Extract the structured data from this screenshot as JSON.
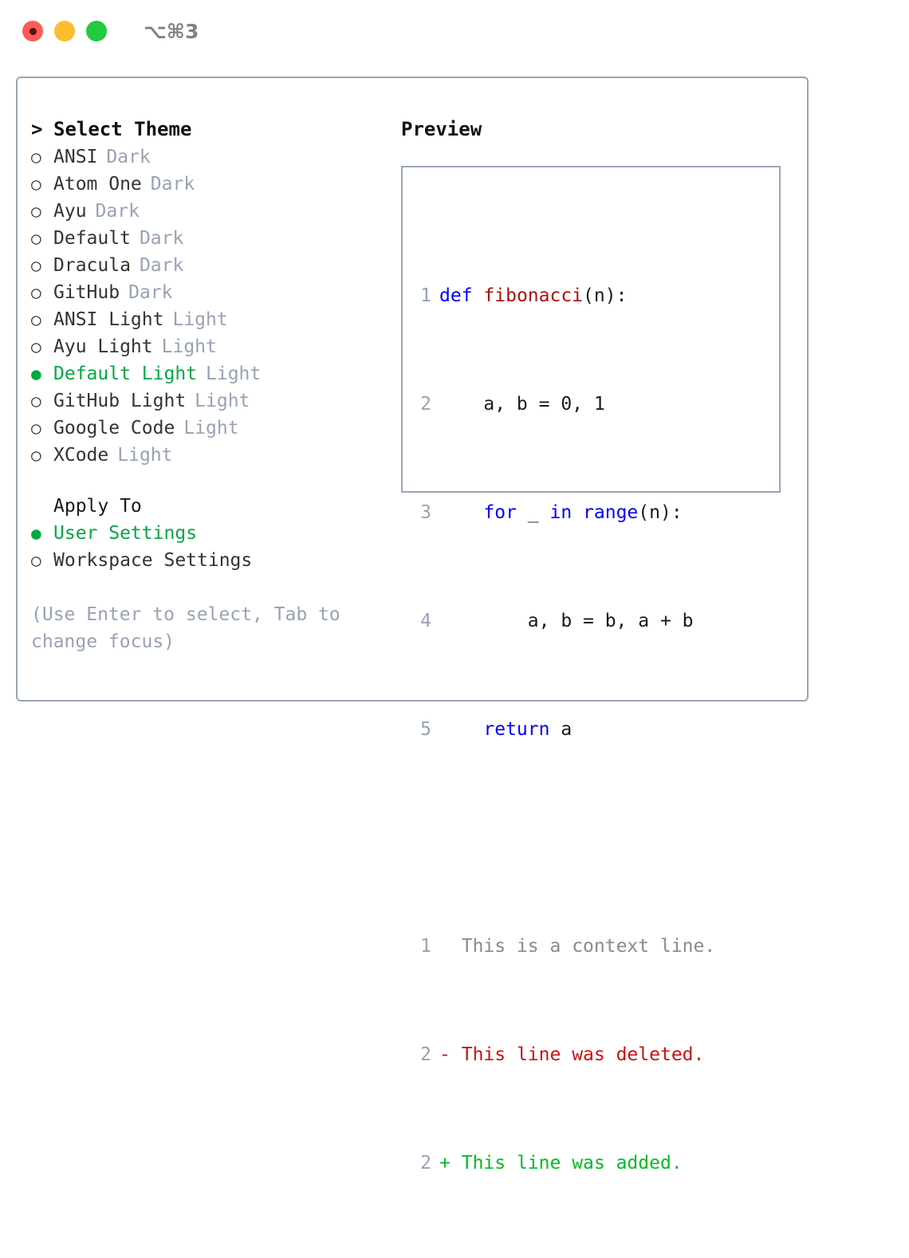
{
  "titlebar": {
    "shortcut": "⌥⌘3",
    "buttons": [
      {
        "name": "close",
        "color": "#fb5c55"
      },
      {
        "name": "minimize",
        "color": "#ffbd2e"
      },
      {
        "name": "maximize",
        "color": "#23c93f"
      }
    ]
  },
  "colors": {
    "selected_green": "#00a843",
    "muted": "#98a2b3",
    "border": "#9aa5b4",
    "keyword_blue": "#0000ff",
    "function_red": "#aa1111",
    "diff_added": "#00bb22",
    "diff_deleted": "#cc1111",
    "diff_context": "#8a8a8a"
  },
  "theme_picker": {
    "prompt_marker": ">",
    "title": "Select Theme",
    "marker_unselected": "○",
    "marker_selected": "●",
    "items": [
      {
        "name": "ANSI",
        "variant": "Dark",
        "selected": false
      },
      {
        "name": "Atom One",
        "variant": "Dark",
        "selected": false
      },
      {
        "name": "Ayu",
        "variant": "Dark",
        "selected": false
      },
      {
        "name": "Default",
        "variant": "Dark",
        "selected": false
      },
      {
        "name": "Dracula",
        "variant": "Dark",
        "selected": false
      },
      {
        "name": "GitHub",
        "variant": "Dark",
        "selected": false
      },
      {
        "name": "ANSI Light",
        "variant": "Light",
        "selected": false
      },
      {
        "name": "Ayu Light",
        "variant": "Light",
        "selected": false
      },
      {
        "name": "Default Light",
        "variant": "Light",
        "selected": true
      },
      {
        "name": "GitHub Light",
        "variant": "Light",
        "selected": false
      },
      {
        "name": "Google Code",
        "variant": "Light",
        "selected": false
      },
      {
        "name": "XCode",
        "variant": "Light",
        "selected": false
      }
    ]
  },
  "apply_to": {
    "title": "Apply To",
    "items": [
      {
        "name": "User Settings",
        "selected": true
      },
      {
        "name": "Workspace Settings",
        "selected": false
      }
    ]
  },
  "hint": "(Use Enter to select, Tab to change focus)",
  "preview": {
    "title": "Preview",
    "code_lines": [
      {
        "no": "1",
        "tokens": [
          {
            "t": "def",
            "c": "kw"
          },
          {
            "t": " ",
            "c": "pl"
          },
          {
            "t": "fibonacci",
            "c": "fn"
          },
          {
            "t": "(n):",
            "c": "pl"
          }
        ]
      },
      {
        "no": "2",
        "tokens": [
          {
            "t": "    a, b = 0, 1",
            "c": "pl"
          }
        ]
      },
      {
        "no": "3",
        "tokens": [
          {
            "t": "    ",
            "c": "pl"
          },
          {
            "t": "for",
            "c": "kw"
          },
          {
            "t": " _ ",
            "c": "pl"
          },
          {
            "t": "in",
            "c": "kw"
          },
          {
            "t": " ",
            "c": "pl"
          },
          {
            "t": "range",
            "c": "kw"
          },
          {
            "t": "(n):",
            "c": "pl"
          }
        ]
      },
      {
        "no": "4",
        "tokens": [
          {
            "t": "        a, b = b, a + b",
            "c": "pl"
          }
        ]
      },
      {
        "no": "5",
        "tokens": [
          {
            "t": "    ",
            "c": "pl"
          },
          {
            "t": "return",
            "c": "kw"
          },
          {
            "t": " a",
            "c": "pl"
          }
        ]
      }
    ],
    "diff_lines": [
      {
        "no": "1",
        "sign": " ",
        "text": "This is a context line.",
        "kind": "d-ctx"
      },
      {
        "no": "2",
        "sign": "-",
        "text": "This line was deleted.",
        "kind": "d-del"
      },
      {
        "no": "2",
        "sign": "+",
        "text": "This line was added.",
        "kind": "d-add"
      }
    ]
  }
}
